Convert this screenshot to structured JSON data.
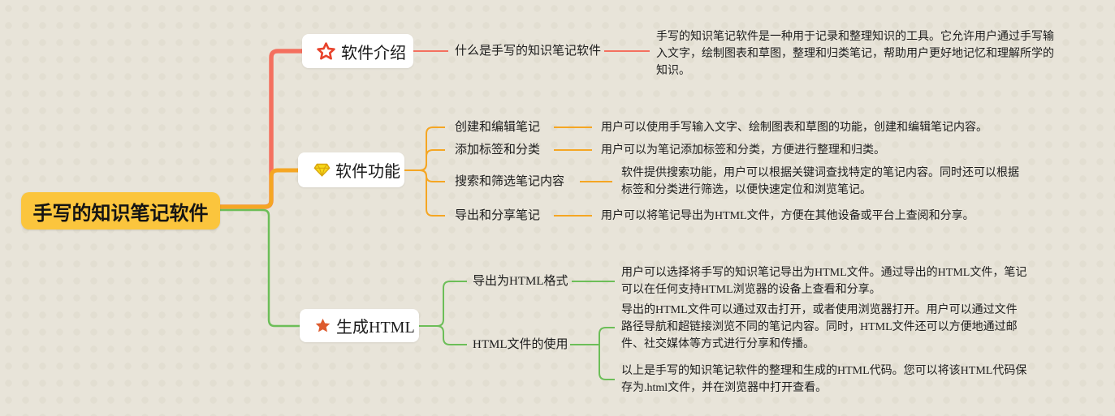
{
  "root": {
    "label": "手写的知识笔记软件"
  },
  "colors": {
    "background": "#e8e4d9",
    "root_bg": "#FBC53D",
    "branch1": "#F4705F",
    "branch2": "#F5A623",
    "branch3": "#6CBE58"
  },
  "branch1": {
    "label": "软件介绍",
    "icon": "star-outline",
    "child": "什么是手写的知识笔记软件",
    "desc": "手写的知识笔记软件是一种用于记录和整理知识的工具。它允许用户通过手写输入文字，绘制图表和草图，整理和归类笔记，帮助用户更好地记忆和理解所学的知识。"
  },
  "branch2": {
    "label": "软件功能",
    "icon": "gem",
    "children": [
      {
        "label": "创建和编辑笔记",
        "desc": "用户可以使用手写输入文字、绘制图表和草图的功能，创建和编辑笔记内容。"
      },
      {
        "label": "添加标签和分类",
        "desc": "用户可以为笔记添加标签和分类，方便进行整理和归类。"
      },
      {
        "label": "搜索和筛选笔记内容",
        "desc": "软件提供搜索功能，用户可以根据关键词查找特定的笔记内容。同时还可以根据标签和分类进行筛选，以便快速定位和浏览笔记。"
      },
      {
        "label": "导出和分享笔记",
        "desc": "用户可以将笔记导出为HTML文件，方便在其他设备或平台上查阅和分享。"
      }
    ]
  },
  "branch3": {
    "label": "生成HTML",
    "icon": "star-solid",
    "children": [
      {
        "label": "导出为HTML格式",
        "desc": "用户可以选择将手写的知识笔记导出为HTML文件。通过导出的HTML文件，笔记可以在任何支持HTML浏览器的设备上查看和分享。"
      },
      {
        "label": "HTML文件的使用",
        "descs": [
          "导出的HTML文件可以通过双击打开，或者使用浏览器打开。用户可以通过文件路径导航和超链接浏览不同的笔记内容。同时，HTML文件还可以方便地通过邮件、社交媒体等方式进行分享和传播。",
          "以上是手写的知识笔记软件的整理和生成的HTML代码。您可以将该HTML代码保存为.html文件，并在浏览器中打开查看。"
        ]
      }
    ]
  }
}
